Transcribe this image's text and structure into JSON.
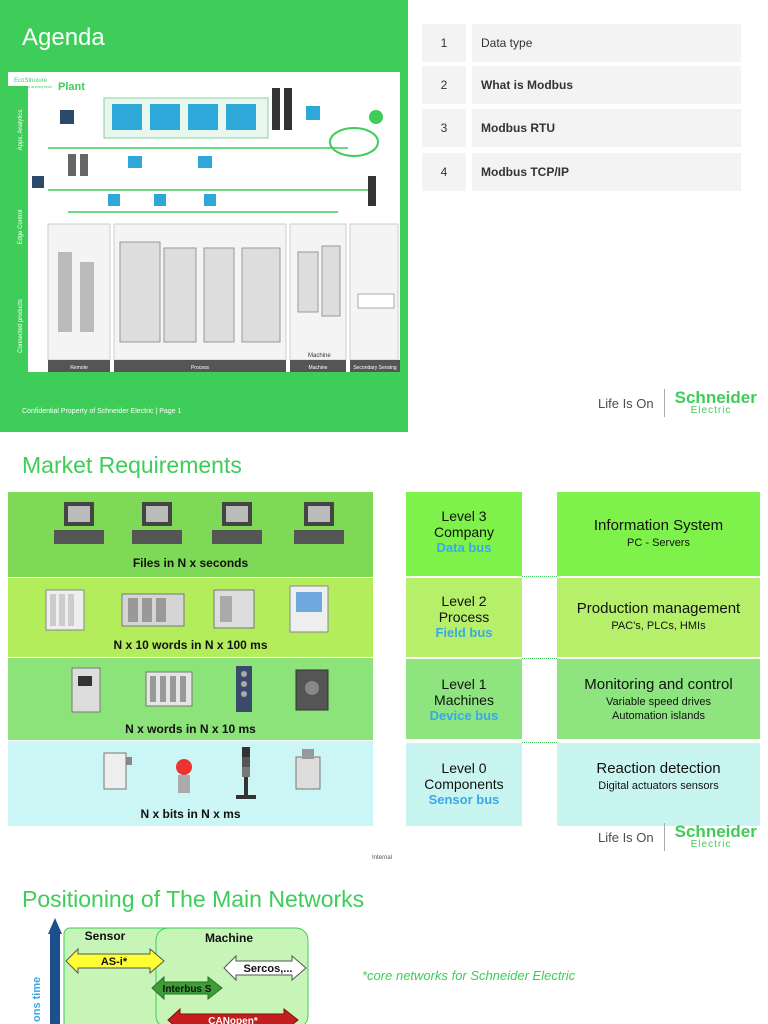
{
  "slide1": {
    "title": "Agenda",
    "diagram": {
      "brand": "EcoStruxure",
      "brand_sub": "Innovation at every level",
      "heading": "Plant",
      "left_tabs": [
        "Apps, Analytics",
        "Edge Control",
        "Connected products"
      ],
      "bottom_labels": [
        "Remote",
        "Process",
        "Machine",
        "Secondary Sensing"
      ],
      "machine_logo": "Machine"
    },
    "confidential": "Confidential  Property of Schneider  Electric | Page  1",
    "agenda": [
      {
        "num": "1",
        "label": "Data type"
      },
      {
        "num": "2",
        "label": "What is Modbus"
      },
      {
        "num": "3",
        "label": "Modbus  RTU"
      },
      {
        "num": "4",
        "label": "Modbus  TCP/IP"
      }
    ]
  },
  "logo": {
    "tagline": "Life Is On",
    "brand": "Schneider",
    "brand_sub": "Electric"
  },
  "slide2": {
    "title": "Market Requirements",
    "bands": [
      {
        "caption": "Files in N x seconds",
        "color": "#7ed957"
      },
      {
        "caption": "N x 10 words in N x 100 ms",
        "color": "#b4ed5c"
      },
      {
        "caption": "N x  words in N x 10 ms",
        "color": "#8be37a"
      },
      {
        "caption": "N x  bits  in N x ms",
        "color": "#ccf6f6"
      }
    ],
    "levels": [
      {
        "name": "Level 3",
        "sub": "Company",
        "bus": "Data bus",
        "color": "#7ef24a"
      },
      {
        "name": "Level 2",
        "sub": "Process",
        "bus": "Field bus",
        "color": "#b6f06a"
      },
      {
        "name": "Level 1",
        "sub": "Machines",
        "bus": "Device bus",
        "color": "#8ee47e"
      },
      {
        "name": "Level 0",
        "sub": "Components",
        "bus": "Sensor bus",
        "color": "#c9f5f1"
      }
    ],
    "info": [
      {
        "title": "Information System",
        "lines": [
          "PC - Servers"
        ],
        "color": "#7ef24a"
      },
      {
        "title": "Production management",
        "lines": [
          "PAC's, PLCs, HMIs"
        ],
        "color": "#b6f06a"
      },
      {
        "title": "Monitoring and control",
        "lines": [
          "Variable speed drives",
          "Automation islands"
        ],
        "color": "#8ee47e"
      },
      {
        "title": "Reaction detection",
        "lines": [
          "Digital actuators sensors"
        ],
        "color": "#c9f5f1"
      }
    ],
    "internal": "Internal"
  },
  "slide3": {
    "title": "Positioning of The Main Networks",
    "axis_label": "ons time",
    "zones": [
      "Sensor",
      "Machine"
    ],
    "networks": [
      "AS-i*",
      "Sercos,...",
      "Interbus S",
      "CANopen*"
    ],
    "note": "*core networks for Schneider Electric"
  },
  "colors": {
    "brand_green": "#3dcd58",
    "bus_blue": "#3aa8e8"
  }
}
